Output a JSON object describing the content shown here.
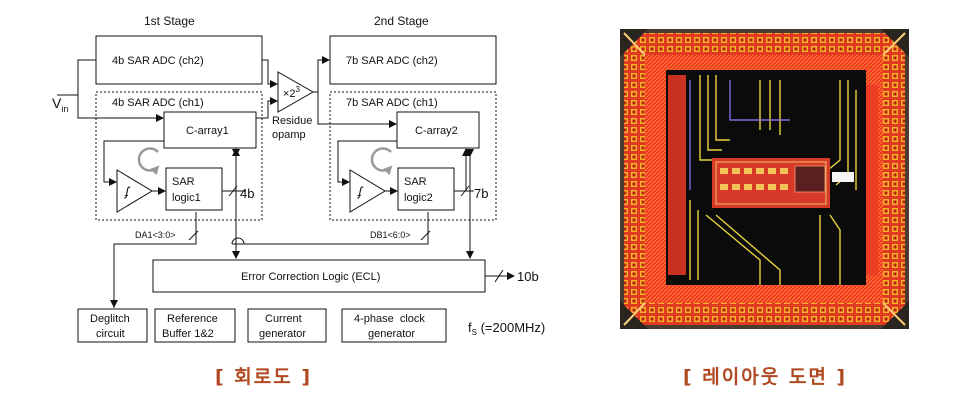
{
  "schematic": {
    "stage1_title": "1st Stage",
    "stage2_title": "2nd Stage",
    "vin_main": "V",
    "vin_sub": "in",
    "adc1_ch2": "4b SAR ADC (ch2)",
    "adc1_ch1": "4b SAR ADC (ch1)",
    "adc2_ch2": "7b SAR ADC (ch2)",
    "adc2_ch1": "7b SAR ADC (ch1)",
    "carray1": "C-array1",
    "carray2": "C-array2",
    "sar1_line1": "SAR",
    "sar1_line2": "logic1",
    "sar2_line1": "SAR",
    "sar2_line2": "logic2",
    "bits1": "4b",
    "bits2": "7b",
    "amp_gain_base": "×2",
    "amp_gain_exp": "3",
    "residue_line1": "Residue",
    "residue_line2": "opamp",
    "da1": "DA1<3:0>",
    "db1": "DB1<6:0>",
    "ecl": "Error Correction Logic (ECL)",
    "out_bits": "10b",
    "deglitch_line1": "Deglitch",
    "deglitch_line2": "circuit",
    "refbuf_line1": "Reference",
    "refbuf_line2": "Buffer 1&2",
    "current_line1": "Current",
    "current_line2": "generator",
    "clock_line1": "4-phase  clock",
    "clock_line2": "generator",
    "fs_main": "f",
    "fs_sub": "S",
    "fs_value": " (=200MHz)"
  },
  "captions": {
    "left": "[ 회로도 ]",
    "right": "[ 레이아웃 도면 ]"
  },
  "colors": {
    "caption": "#b0491f",
    "die_fill": "#f5321e",
    "die_core": "#0b0b0b",
    "metal_yellow": "#e8d23a",
    "loop_arrow": "#9a9a9a"
  }
}
